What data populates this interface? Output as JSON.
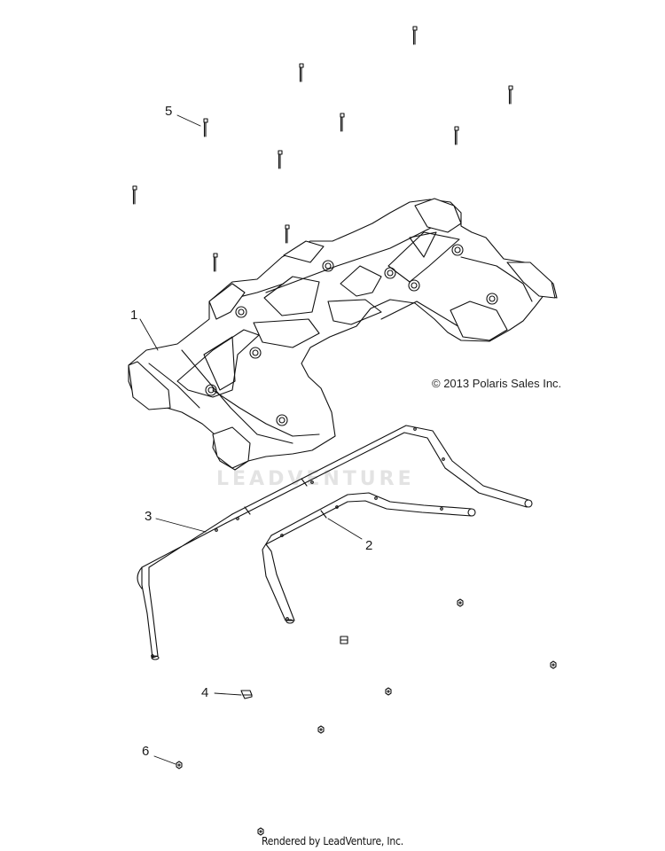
{
  "diagram": {
    "copyright": "© 2013 Polaris Sales Inc.",
    "footer": "Rendered by LeadVenture, Inc.",
    "watermark": "LEADVENTURE",
    "callouts": [
      {
        "id": "1",
        "label": "1"
      },
      {
        "id": "2",
        "label": "2"
      },
      {
        "id": "3",
        "label": "3"
      },
      {
        "id": "4",
        "label": "4"
      },
      {
        "id": "5",
        "label": "5"
      },
      {
        "id": "6",
        "label": "6"
      }
    ]
  }
}
